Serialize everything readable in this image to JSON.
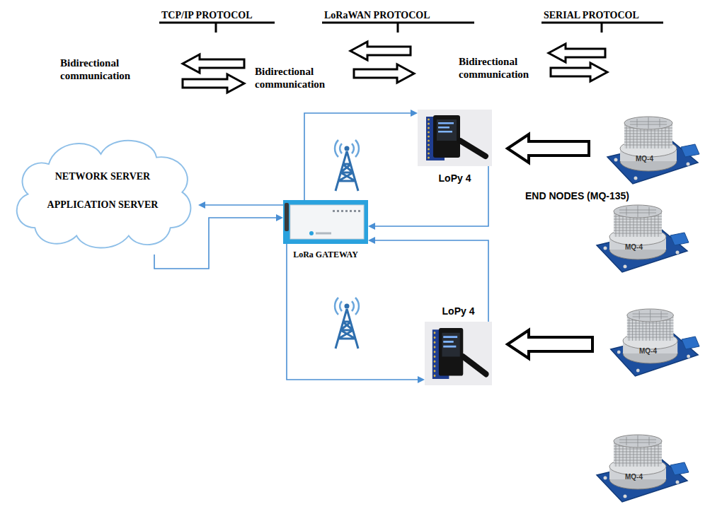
{
  "diagram": {
    "nodes": [
      {
        "text": [
          "NETWORK SERVER",
          "APPLICATION SERVER"
        ]
      },
      {
        "text": [
          "LoRa GATEWAY"
        ]
      },
      {
        "text": [
          "LoPy 4"
        ]
      },
      {
        "text": [
          "LoPy 4"
        ]
      },
      {
        "text": [
          "MQ-4"
        ]
      },
      {
        "text": [
          "MQ-4"
        ]
      },
      {
        "text": [
          "MQ-4"
        ]
      },
      {
        "text": [
          "MQ-4"
        ]
      }
    ],
    "edges": [
      {
        "from": 1,
        "to": 0,
        "arrow": "to"
      },
      {
        "from": 0,
        "to": 1,
        "arrow": "to"
      },
      {
        "from": 1,
        "to": 2,
        "arrow": "to"
      },
      {
        "from": 2,
        "to": 1,
        "arrow": "to"
      },
      {
        "from": 1,
        "to": 3,
        "arrow": "to"
      },
      {
        "from": 3,
        "to": 1,
        "arrow": "to"
      },
      {
        "from": 4,
        "to": 2,
        "arrow": "to"
      },
      {
        "from": 6,
        "to": 3,
        "arrow": "to"
      }
    ],
    "labels": [
      "TCP/IP PROTOCOL",
      "LoRaWAN PROTOCOL",
      "SERIAL PROTOCOL",
      "Bidirectional communication",
      "Bidirectional communication",
      "Bidirectional communication",
      "END NODES (MQ-135)"
    ]
  }
}
